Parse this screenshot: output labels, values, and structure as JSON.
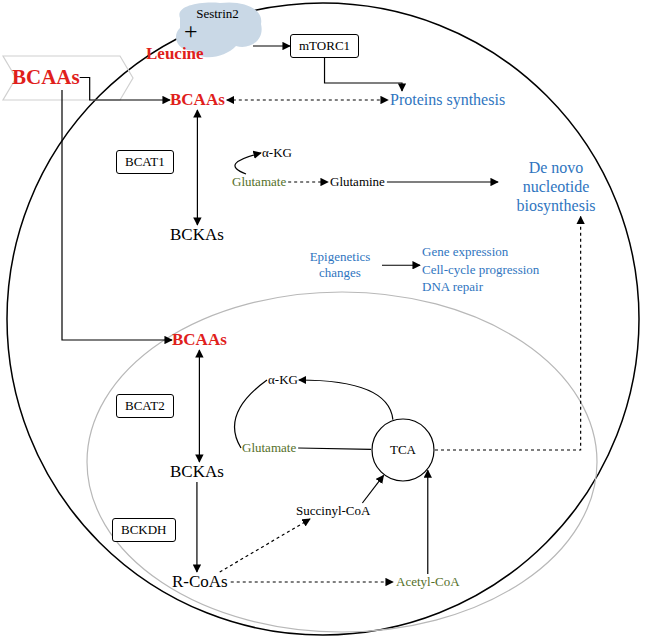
{
  "diagram": {
    "nodes": [
      {
        "text": [
          "BCAAs"
        ]
      },
      {
        "text": [
          "Sestrin2"
        ]
      },
      {
        "text": [
          "mTORC1"
        ]
      },
      {
        "text": [
          "BCAAs"
        ]
      },
      {
        "text": [
          "Proteins synthesis"
        ]
      },
      {
        "text": [
          "BCAT1"
        ]
      },
      {
        "text": [
          "α-KG"
        ]
      },
      {
        "text": [
          "Glutamate"
        ]
      },
      {
        "text": [
          "Glutamine"
        ]
      },
      {
        "text": [
          "De novo nucleotide biosynthesis"
        ]
      },
      {
        "text": [
          "BCKAs"
        ]
      },
      {
        "text": [
          "Epigenetics changes"
        ]
      },
      {
        "text": [
          "Gene expression",
          "Cell-cycle progression",
          "DNA repair"
        ]
      },
      {
        "text": [
          "BCAAs"
        ]
      },
      {
        "text": [
          "BCAT2"
        ]
      },
      {
        "text": [
          "α-KG"
        ]
      },
      {
        "text": [
          "Glutamate"
        ]
      },
      {
        "text": [
          "TCA"
        ]
      },
      {
        "text": [
          "BCKAs"
        ]
      },
      {
        "text": [
          "BCKDH"
        ]
      },
      {
        "text": [
          "Succinyl-CoA"
        ]
      },
      {
        "text": [
          "R-CoAs"
        ]
      },
      {
        "text": [
          "Acetyl-CoA"
        ]
      }
    ],
    "edges": [
      {
        "from": 1,
        "to": 2,
        "arrow": "to"
      },
      {
        "from": 2,
        "to": 4,
        "arrow": "to"
      },
      {
        "from": 0,
        "to": 3,
        "arrow": "to"
      },
      {
        "from": 0,
        "to": 13,
        "arrow": "to"
      },
      {
        "from": 3,
        "to": 4,
        "arrow": "both"
      },
      {
        "from": 3,
        "to": 10,
        "arrow": "both"
      },
      {
        "from": 7,
        "to": 8,
        "arrow": "to"
      },
      {
        "from": 8,
        "to": 9,
        "arrow": "to"
      },
      {
        "from": 7,
        "to": 6,
        "arrow": "to"
      },
      {
        "from": 11,
        "to": 12,
        "arrow": "to"
      },
      {
        "from": 13,
        "to": 18,
        "arrow": "both"
      },
      {
        "from": 18,
        "to": 21,
        "arrow": "to"
      },
      {
        "from": 21,
        "to": 20,
        "arrow": "to"
      },
      {
        "from": 21,
        "to": 22,
        "arrow": "to"
      },
      {
        "from": 22,
        "to": 17,
        "arrow": "to"
      },
      {
        "from": 20,
        "to": 17,
        "arrow": "to"
      },
      {
        "from": 15,
        "to": 16,
        "arrow": "none"
      },
      {
        "from": 16,
        "to": 17,
        "arrow": "none"
      },
      {
        "from": 17,
        "to": 15,
        "arrow": "to"
      },
      {
        "from": 17,
        "to": 9,
        "arrow": "to"
      }
    ],
    "labels": [
      "Leucine",
      "+"
    ]
  }
}
